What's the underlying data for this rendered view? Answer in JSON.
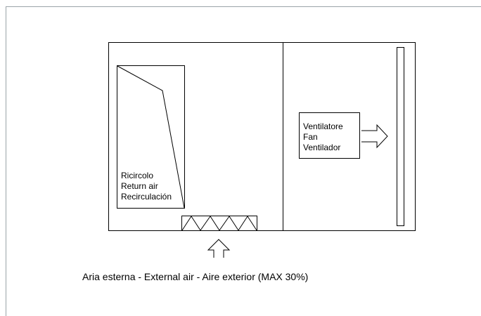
{
  "diagram": {
    "return_air": {
      "lines": [
        "Ricircolo",
        "Return air",
        "Recirculación"
      ]
    },
    "fan": {
      "lines": [
        "Ventilatore",
        "Fan",
        "Ventilador"
      ]
    },
    "caption": "Aria esterna - External air - Aire exterior (MAX 30%)"
  }
}
